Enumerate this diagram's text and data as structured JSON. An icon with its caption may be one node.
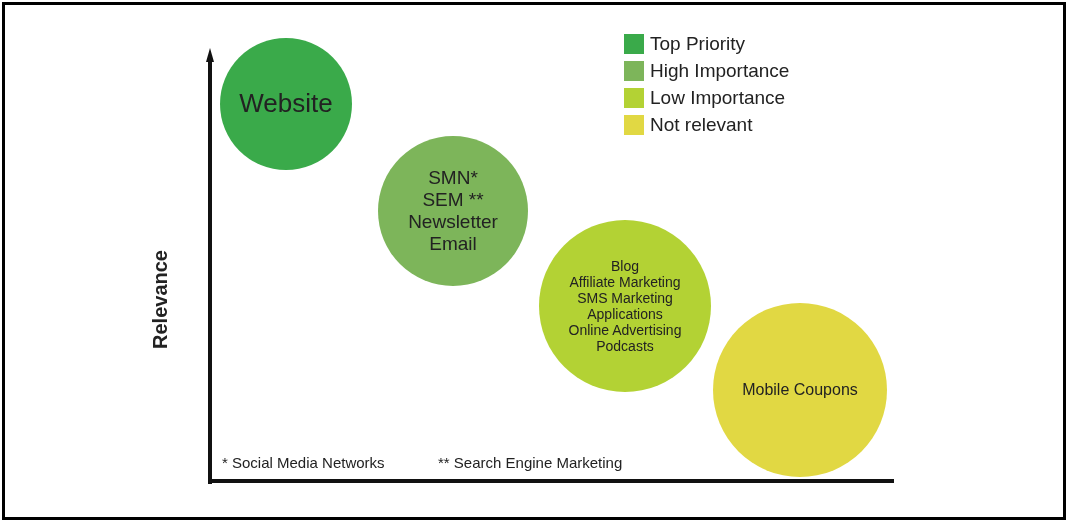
{
  "diagram": {
    "nodes": [
      {
        "text": [
          "Website"
        ]
      },
      {
        "text": [
          "SMN*",
          "SEM **",
          "Newsletter",
          "Email"
        ]
      },
      {
        "text": [
          "Blog",
          "Affiliate Marketing",
          "SMS Marketing",
          "Applications",
          "Online Advertising",
          "Podcasts"
        ]
      },
      {
        "text": [
          "Mobile Coupons"
        ]
      }
    ],
    "edges": [],
    "labels": [
      "Relevance",
      "* Social Media Networks",
      "** Search Engine Marketing"
    ],
    "legend": [
      {
        "text": "Top Priority",
        "color": "#3aaa4a"
      },
      {
        "text": "High Importance",
        "color": "#7db55a"
      },
      {
        "text": "Low Importance",
        "color": "#b3d234"
      },
      {
        "text": "Not relevant",
        "color": "#e1d843"
      }
    ]
  }
}
